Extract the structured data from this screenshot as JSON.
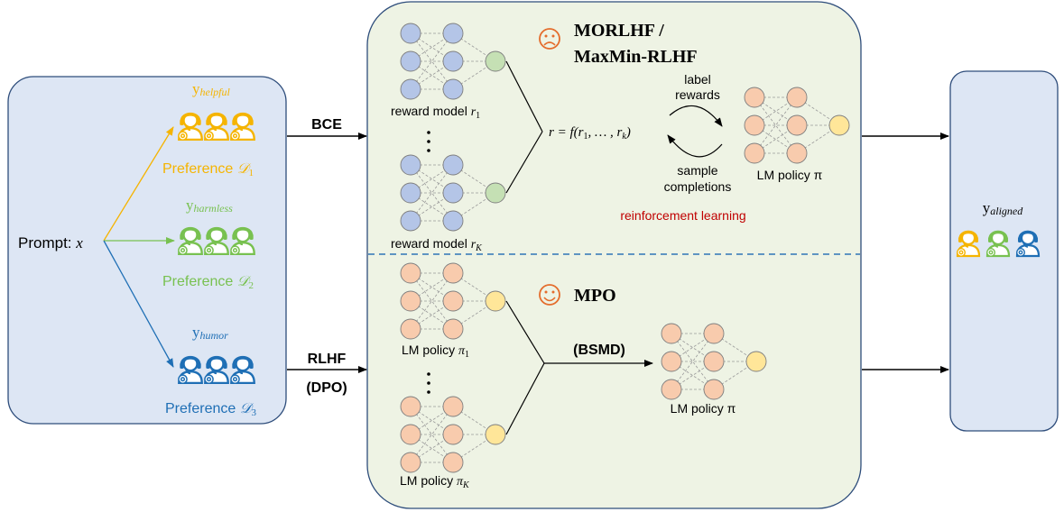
{
  "colors": {
    "helpful": "#f5b400",
    "harmless": "#78c150",
    "humor": "#1f6fb5",
    "panel_left_fill": "#dde6f4",
    "panel_mid_fill": "#eef3e4",
    "panel_right_fill": "#dde6f4",
    "panel_border": "#2e4d7b",
    "node_blue": "#b4c5e7",
    "node_green": "#c5e0b4",
    "node_salmon": "#f8cbad",
    "node_yellow": "#ffe699",
    "divider": "#2e75b6",
    "rl_text": "#c00000",
    "emoji_orange": "#e46c2c"
  },
  "left_panel": {
    "prompt_label": "Prompt: ",
    "prompt_var": "x",
    "groups": [
      {
        "id": "helpful",
        "y_symbol": "y",
        "y_sub": "helpful",
        "pref_label": "Preference ",
        "pref_math": "𝒟",
        "pref_sub": "1"
      },
      {
        "id": "harmless",
        "y_symbol": "y",
        "y_sub": "harmless",
        "pref_label": "Preference ",
        "pref_math": "𝒟",
        "pref_sub": "2"
      },
      {
        "id": "humor",
        "y_symbol": "y",
        "y_sub": "humor",
        "pref_label": "Preference ",
        "pref_math": "𝒟",
        "pref_sub": "3"
      }
    ]
  },
  "arrows": {
    "bce": "BCE",
    "rlhf": "RLHF",
    "dpo": "(DPO)"
  },
  "top_section": {
    "title_line1": "MORLHF /",
    "title_line2": "MaxMin-RLHF",
    "emoji": "sad",
    "reward_model_1_label": "reward model ",
    "reward_model_1_var": "r",
    "reward_model_1_sub": "1",
    "reward_model_k_label": "reward model ",
    "reward_model_k_var": "r",
    "reward_model_k_sub": "K",
    "formula": "r = f(r",
    "formula_sub1": "1",
    "formula_mid": ", … , r",
    "formula_subk": "k",
    "formula_end": ")",
    "cycle_top": [
      "label",
      "rewards"
    ],
    "cycle_bottom": [
      "sample",
      "completions"
    ],
    "policy_label": "LM policy π",
    "rl_label": "reinforcement learning"
  },
  "bottom_section": {
    "title": "MPO",
    "emoji": "happy",
    "policy_1_label": "LM policy ",
    "policy_1_var": "π",
    "policy_1_sub": "1",
    "policy_k_label": "LM policy ",
    "policy_k_var": "π",
    "policy_k_sub": "K",
    "merge_label": "(BSMD)",
    "policy_label": "LM policy π"
  },
  "right_panel": {
    "y_symbol": "y",
    "y_sub": "aligned"
  }
}
